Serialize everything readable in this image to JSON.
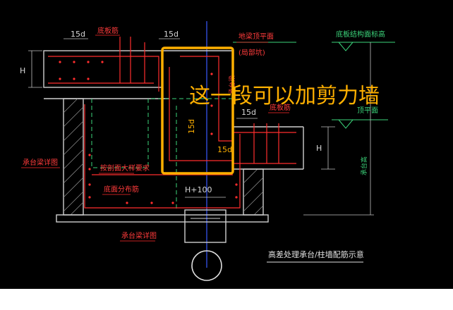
{
  "colors": {
    "background": "#000000",
    "wall_outline": "#cfcfcf",
    "rebar": "#ff2d2d",
    "dimension": "#c0c0c0",
    "green_lines": "#3bd37a",
    "blue_axis": "#3a5bff",
    "label_text": "#ff3b3b",
    "dim_text": "#d8d8d8",
    "highlight_box": "#ffb000",
    "overlay_text": "#ffb000",
    "title_text": "#e0e0e0"
  },
  "labels": {
    "dim_15d_top_left": "15d",
    "dim_15d_top_right": "15d",
    "dim_15d_mid": "15d",
    "dim_15d_box": "15d",
    "dim_15d_box2": "15d",
    "dim_h_left": "H",
    "dim_h_right": "H",
    "dim_h100": "H+100",
    "label_bottom_rebar_top": "底板筋",
    "label_bottom_rebar_mid": "底板筋",
    "label_pit_top_elev": "地梁顶平面",
    "label_pit_top_elev_sub": "(局部坑)",
    "label_raft_top_elev": "底板结构面标高",
    "label_finish_plane": "顶平面",
    "label_vertical_right": "承台高",
    "label_cap_left": "承台梁详图",
    "label_cap_bottom": "承台梁详图",
    "label_mid_1": "按剖面大样要求",
    "label_mid_2": "底面分布筋",
    "label_vertical_mid": "承台梁",
    "title": "高差处理承台/柱墙配筋示意",
    "overlay": "这一段可以加剪力墙"
  }
}
